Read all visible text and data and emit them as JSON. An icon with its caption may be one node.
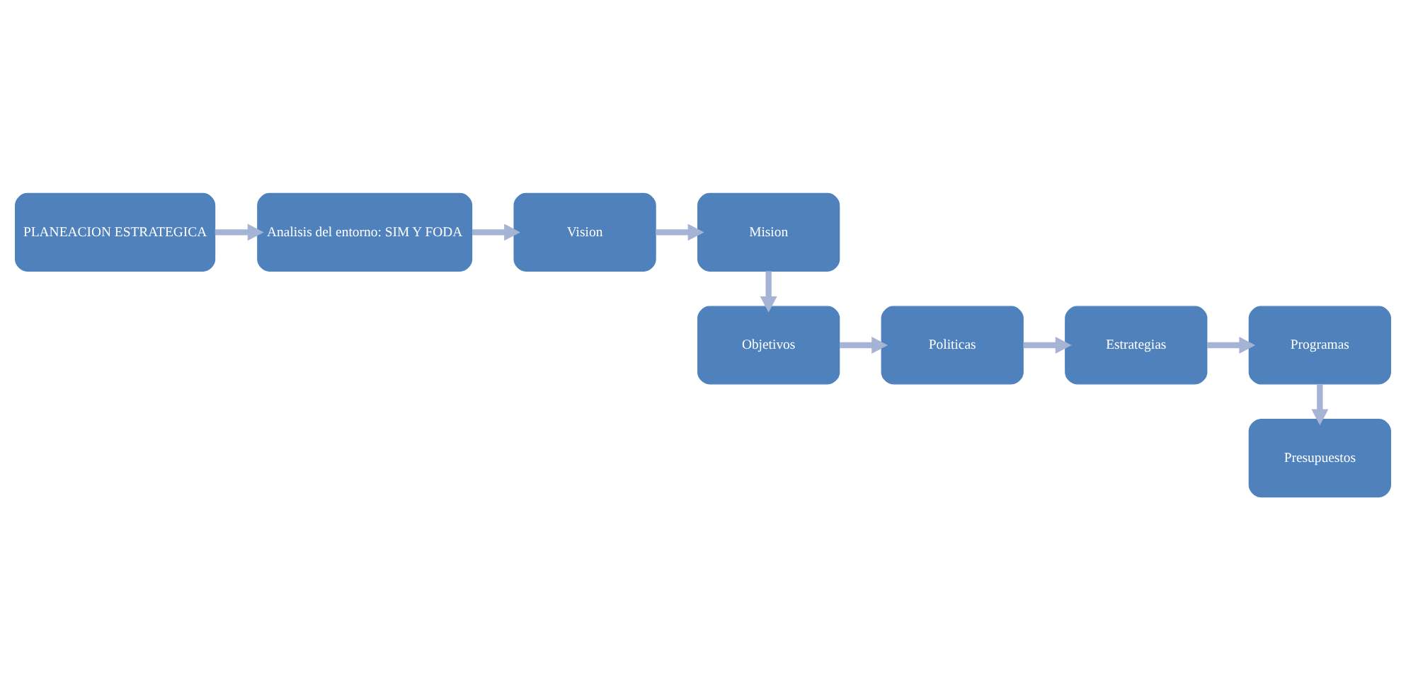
{
  "diagram": {
    "nodes": [
      {
        "text": [
          "PLANEACION ESTRATEGICA"
        ]
      },
      {
        "text": [
          "Analisis del entorno: SIM Y FODA"
        ]
      },
      {
        "text": [
          "Vision"
        ]
      },
      {
        "text": [
          "Mision"
        ]
      },
      {
        "text": [
          "Objetivos"
        ]
      },
      {
        "text": [
          "Politicas"
        ]
      },
      {
        "text": [
          "Estrategias"
        ]
      },
      {
        "text": [
          "Programas"
        ]
      },
      {
        "text": [
          "Presupuestos"
        ]
      }
    ],
    "edges": [
      {
        "from": 0,
        "to": 1,
        "arrow": "to"
      },
      {
        "from": 1,
        "to": 2,
        "arrow": "to"
      },
      {
        "from": 2,
        "to": 3,
        "arrow": "to"
      },
      {
        "from": 3,
        "to": 4,
        "arrow": "to"
      },
      {
        "from": 4,
        "to": 5,
        "arrow": "to"
      },
      {
        "from": 5,
        "to": 6,
        "arrow": "to"
      },
      {
        "from": 6,
        "to": 7,
        "arrow": "to"
      },
      {
        "from": 7,
        "to": 8,
        "arrow": "to"
      }
    ]
  }
}
